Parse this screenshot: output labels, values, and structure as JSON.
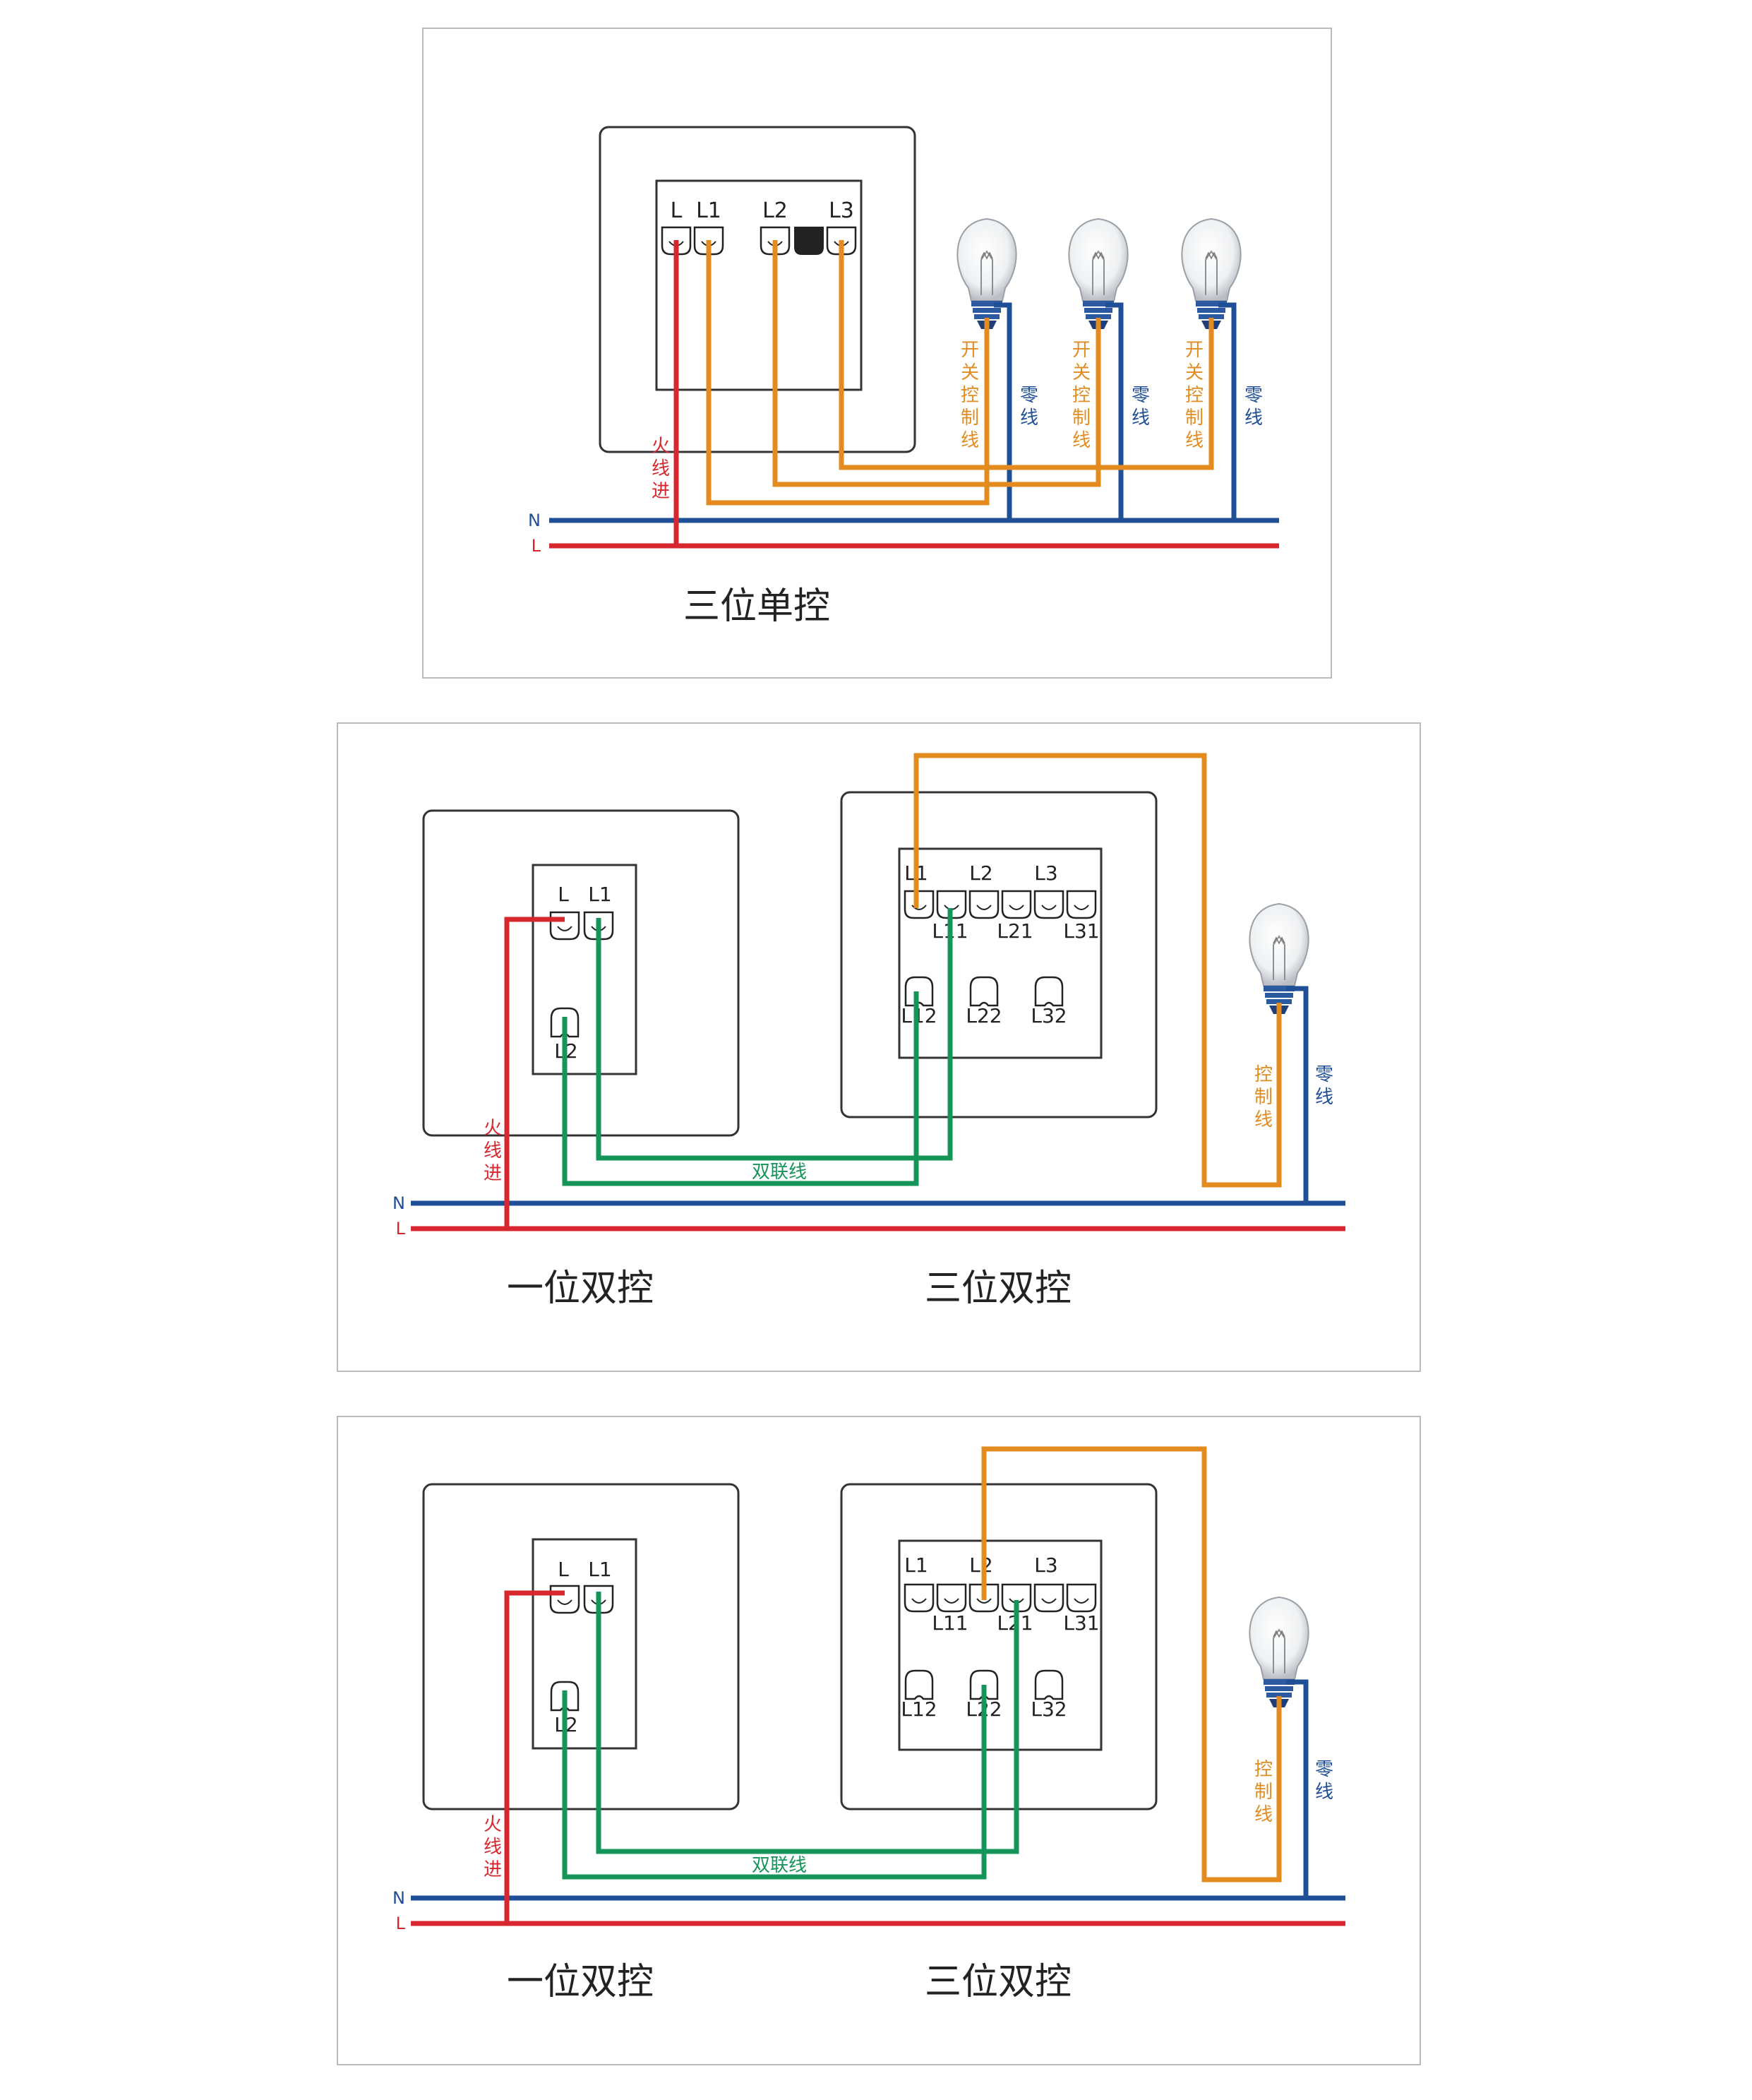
{
  "colors": {
    "live": "#d7262e",
    "neutral": "#1f4f96",
    "control": "#e38b1f",
    "link": "#15955a",
    "frame": "#333333",
    "border": "#bbbbbb"
  },
  "panel1": {
    "title": "三位单控",
    "terminals": [
      "L",
      "L1",
      "L2",
      "L3"
    ],
    "line_n": "N",
    "line_l": "L",
    "live_in": [
      "火",
      "线",
      "进"
    ],
    "control_wire": [
      "开",
      "关",
      "控",
      "制",
      "线"
    ],
    "neutral_wire": [
      "零",
      "线"
    ]
  },
  "panel2": {
    "title_left": "一位双控",
    "title_right": "三位双控",
    "left_terminals": [
      "L",
      "L1",
      "L2"
    ],
    "right_top": [
      "L1",
      "L2",
      "L3"
    ],
    "right_mid": [
      "L11",
      "L21",
      "L31"
    ],
    "right_bottom": [
      "L12",
      "L22",
      "L32"
    ],
    "line_n": "N",
    "line_l": "L",
    "live_in": [
      "火",
      "线",
      "进"
    ],
    "link_label": "双联线",
    "control_wire": [
      "控",
      "制",
      "线"
    ],
    "neutral_wire": [
      "零",
      "线"
    ]
  },
  "panel3": {
    "title_left": "一位双控",
    "title_right": "三位双控",
    "left_terminals": [
      "L",
      "L1",
      "L2"
    ],
    "right_top": [
      "L1",
      "L2",
      "L3"
    ],
    "right_mid": [
      "L11",
      "L21",
      "L31"
    ],
    "right_bottom": [
      "L12",
      "L22",
      "L32"
    ],
    "line_n": "N",
    "line_l": "L",
    "live_in": [
      "火",
      "线",
      "进"
    ],
    "link_label": "双联线",
    "control_wire": [
      "控",
      "制",
      "线"
    ],
    "neutral_wire": [
      "零",
      "线"
    ]
  }
}
